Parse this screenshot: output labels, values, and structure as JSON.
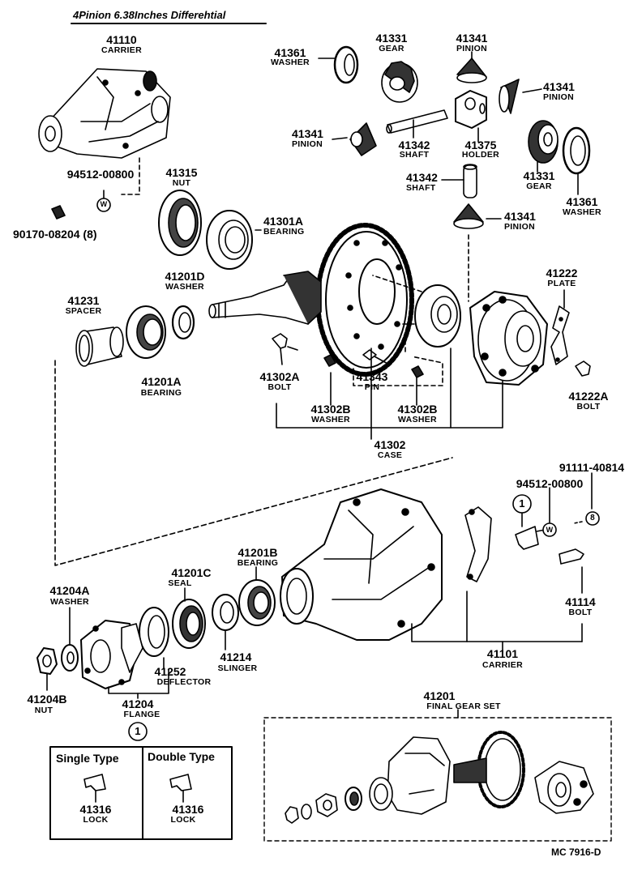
{
  "title": "4Pinion 6.38Inches Differehtial",
  "parts": {
    "p41110": {
      "num": "41110",
      "name": "CARRIER"
    },
    "p94512a": {
      "num": "94512-00800"
    },
    "p90170": {
      "num": "90170-08204 (8)"
    },
    "p41315": {
      "num": "41315",
      "name": "NUT"
    },
    "p41301a": {
      "num": "41301A",
      "name": "BEARING"
    },
    "p41361a": {
      "num": "41361",
      "name": "WASHER"
    },
    "p41331a": {
      "num": "41331",
      "name": "GEAR"
    },
    "p41341a": {
      "num": "41341",
      "name": "PINION"
    },
    "p41341b": {
      "num": "41341",
      "name": "PINION"
    },
    "p41341c": {
      "num": "41341",
      "name": "PINION"
    },
    "p41342a": {
      "num": "41342",
      "name": "SHAFT"
    },
    "p41375": {
      "num": "41375",
      "name": "HOLDER"
    },
    "p41342b": {
      "num": "41342",
      "name": "SHAFT"
    },
    "p41331b": {
      "num": "41331",
      "name": "GEAR"
    },
    "p41361b": {
      "num": "41361",
      "name": "WASHER"
    },
    "p41341d": {
      "num": "41341",
      "name": "PINION"
    },
    "p41201d": {
      "num": "41201D",
      "name": "WASHER"
    },
    "p41231": {
      "num": "41231",
      "name": "SPACER"
    },
    "p41201a": {
      "num": "41201A",
      "name": "BEARING"
    },
    "p41222": {
      "num": "41222",
      "name": "PLATE"
    },
    "p41302a": {
      "num": "41302A",
      "name": "BOLT"
    },
    "p41343": {
      "num": "41343",
      "name": "PIN"
    },
    "p41302b1": {
      "num": "41302B",
      "name": "WASHER"
    },
    "p41302b2": {
      "num": "41302B",
      "name": "WASHER"
    },
    "p41222a": {
      "num": "41222A",
      "name": "BOLT"
    },
    "p41302": {
      "num": "41302",
      "name": "CASE"
    },
    "p91111": {
      "num": "91111-40814"
    },
    "p94512b": {
      "num": "94512-00800"
    },
    "p41201b": {
      "num": "41201B",
      "name": "BEARING"
    },
    "p41201c": {
      "num": "41201C",
      "name": "SEAL"
    },
    "p41204a": {
      "num": "41204A",
      "name": "WASHER"
    },
    "p41114": {
      "num": "41114",
      "name": "BOLT"
    },
    "p41214": {
      "num": "41214",
      "name": "SLINGER"
    },
    "p41252": {
      "num": "41252",
      "name": "DEFLECTOR"
    },
    "p41101": {
      "num": "41101",
      "name": "CARRIER"
    },
    "p41204b": {
      "num": "41204B",
      "name": "NUT"
    },
    "p41204": {
      "num": "41204",
      "name": "FLANGE"
    },
    "p41201": {
      "num": "41201",
      "name": "FINAL GEAR SET"
    }
  },
  "markers": {
    "m1": "1",
    "m8a": "8",
    "m8b": "8",
    "w": "W",
    "w2": "W"
  },
  "inset": {
    "single": {
      "title": "Single Type",
      "num": "41316",
      "name": "LOCK"
    },
    "double": {
      "title": "Double Type",
      "num": "41316",
      "name": "LOCK"
    }
  },
  "ref_code": "MC 7916-D"
}
